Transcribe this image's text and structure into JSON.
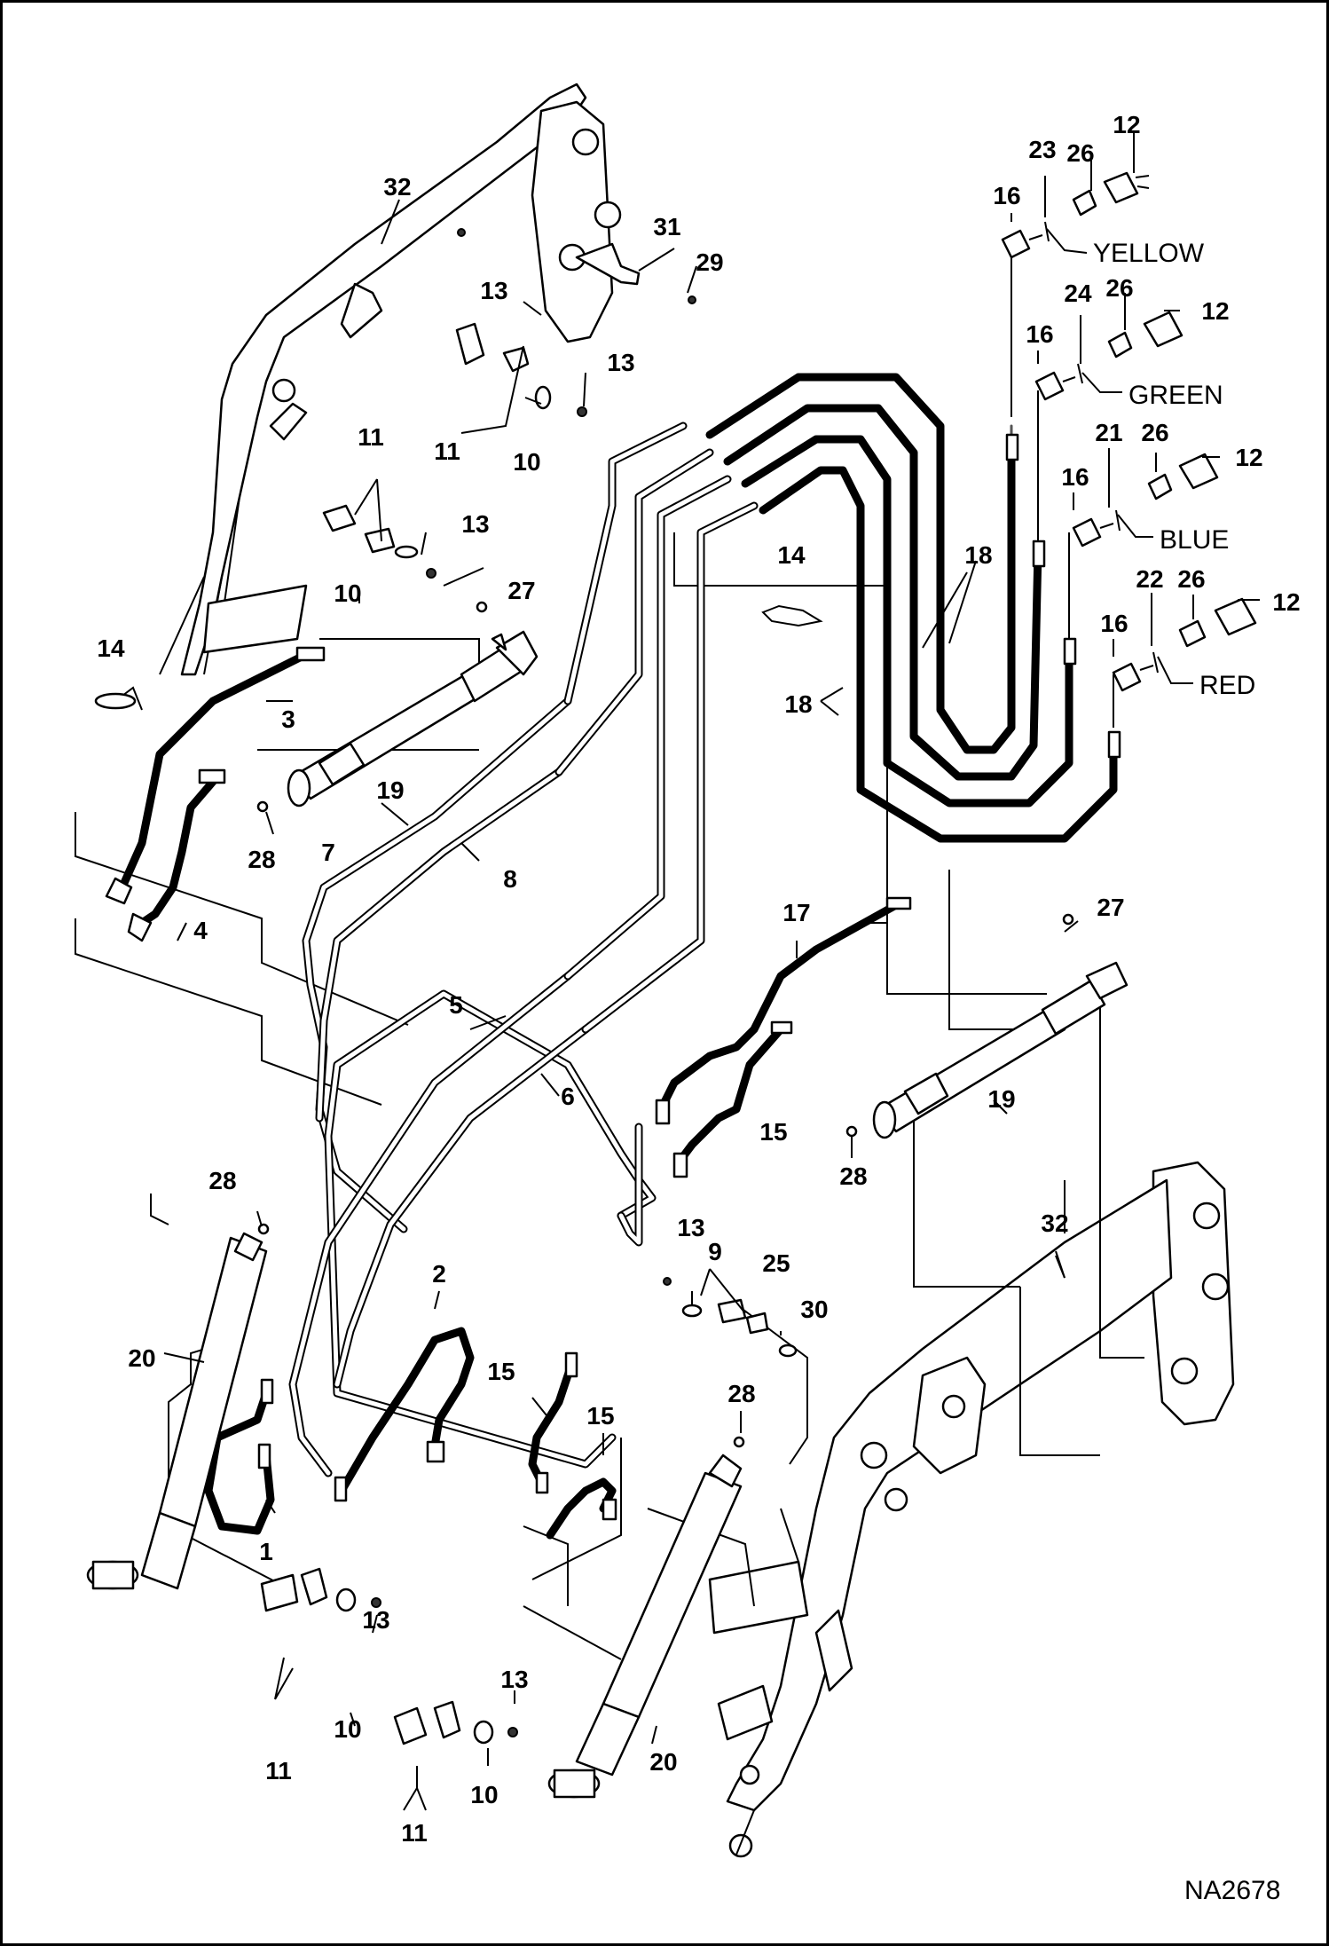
{
  "diagram": {
    "drawing_code": "NA2678",
    "color_labels": [
      "YELLOW",
      "GREEN",
      "BLUE",
      "RED"
    ],
    "callouts": [
      "1",
      "2",
      "3",
      "4",
      "5",
      "6",
      "7",
      "8",
      "9",
      "10",
      "10",
      "10",
      "10",
      "11",
      "11",
      "11",
      "11",
      "12",
      "12",
      "12",
      "12",
      "13",
      "13",
      "13",
      "13",
      "13",
      "13",
      "14",
      "14",
      "15",
      "15",
      "15",
      "16",
      "16",
      "16",
      "16",
      "17",
      "18",
      "18",
      "19",
      "19",
      "20",
      "20",
      "21",
      "22",
      "23",
      "24",
      "25",
      "26",
      "26",
      "26",
      "26",
      "27",
      "27",
      "28",
      "28",
      "28",
      "28",
      "29",
      "30",
      "31",
      "32",
      "32"
    ]
  }
}
